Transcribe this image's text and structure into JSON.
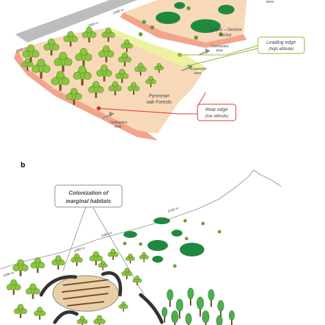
{
  "panel_a": {
    "labels": {
      "alt_1900": "1900 m",
      "alt_1800": "1800 m",
      "alt_1500": "1500 m",
      "area_top": "area",
      "juniper_line1": "Juniper – Genista",
      "juniper_line2": "thicket",
      "contraction_top_1": "Contraction",
      "contraction_top_2": "area",
      "expansion_1": "Expansion",
      "expansion_2": "area",
      "oak_1": "Pyrenean",
      "oak_2": "oak Forests",
      "contraction_bottom_1": "Contraction",
      "contraction_bottom_2": "area",
      "leading_edge_1": "Leading edge",
      "leading_edge_2": "(high altitude)",
      "rear_edge_1": "Rear edge",
      "rear_edge_2": "(low altitude)"
    },
    "colors": {
      "leading": "#8ab832",
      "rear": "#d9312b",
      "salmon": "#f2a58c",
      "peach": "#f7d9b8",
      "yellowband": "#eef2a0",
      "tree": "#8cc63f",
      "dark_green": "#1f8a3e"
    }
  },
  "panel_b": {
    "letter": "b",
    "labels": {
      "colonization_1": "Colonization of",
      "colonization_2": "marginal habitats",
      "alt_2100": "2100 m",
      "alt_1900": "1900 m",
      "alt_1800": "1800 m",
      "alt_1500": "1500 m"
    },
    "colors": {
      "box_stroke": "#888888",
      "pine": "#4caf50"
    }
  }
}
